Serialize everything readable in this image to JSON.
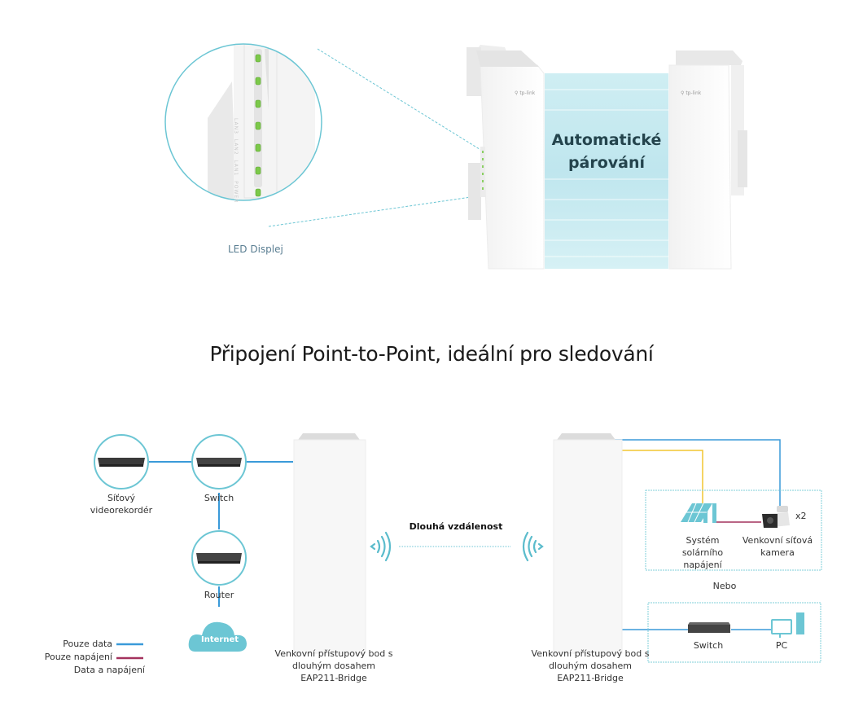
{
  "top_section": {
    "led_caption": "LED Displej",
    "led_labels": [
      "LAN3",
      "LAN2",
      "LAN1",
      "POWER"
    ],
    "pairing_line1": "Automatické",
    "pairing_line2": "párování",
    "brand": "tp-link"
  },
  "heading": "Připojení Point-to-Point, ideální pro sledování",
  "diagram": {
    "nvr_label": "Síťový videorekordér",
    "switch_left_label": "Switch",
    "router_label": "Router",
    "internet_label": "Internet",
    "link_label": "Dlouhá vzdálenost",
    "ap_left": {
      "line1": "Venkovní přístupový bod s",
      "line2": "dlouhým dosahem",
      "model": "EAP211-Bridge"
    },
    "ap_right": {
      "line1": "Venkovní přístupový bod s",
      "line2": "dlouhým dosahem",
      "model": "EAP211-Bridge"
    },
    "solar_label_lines": [
      "Systém",
      "solárního",
      "napájení"
    ],
    "camera_label_lines": [
      "Venkovní síťová",
      "kamera"
    ],
    "camera_count": "x2",
    "or_label": "Nebo",
    "switch_right_label": "Switch",
    "pc_label": "PC"
  },
  "legend": [
    {
      "label": "Pouze data",
      "color": "#3a9ad9"
    },
    {
      "label": "Pouze napájení",
      "color": "#a3325d"
    },
    {
      "label": "Data a napájení",
      "color": ""
    }
  ],
  "colors": {
    "accent_teal": "#6cc6d4",
    "data_line": "#3a9ad9",
    "power_line": "#a3325d",
    "poe_line": "#f2c530"
  }
}
